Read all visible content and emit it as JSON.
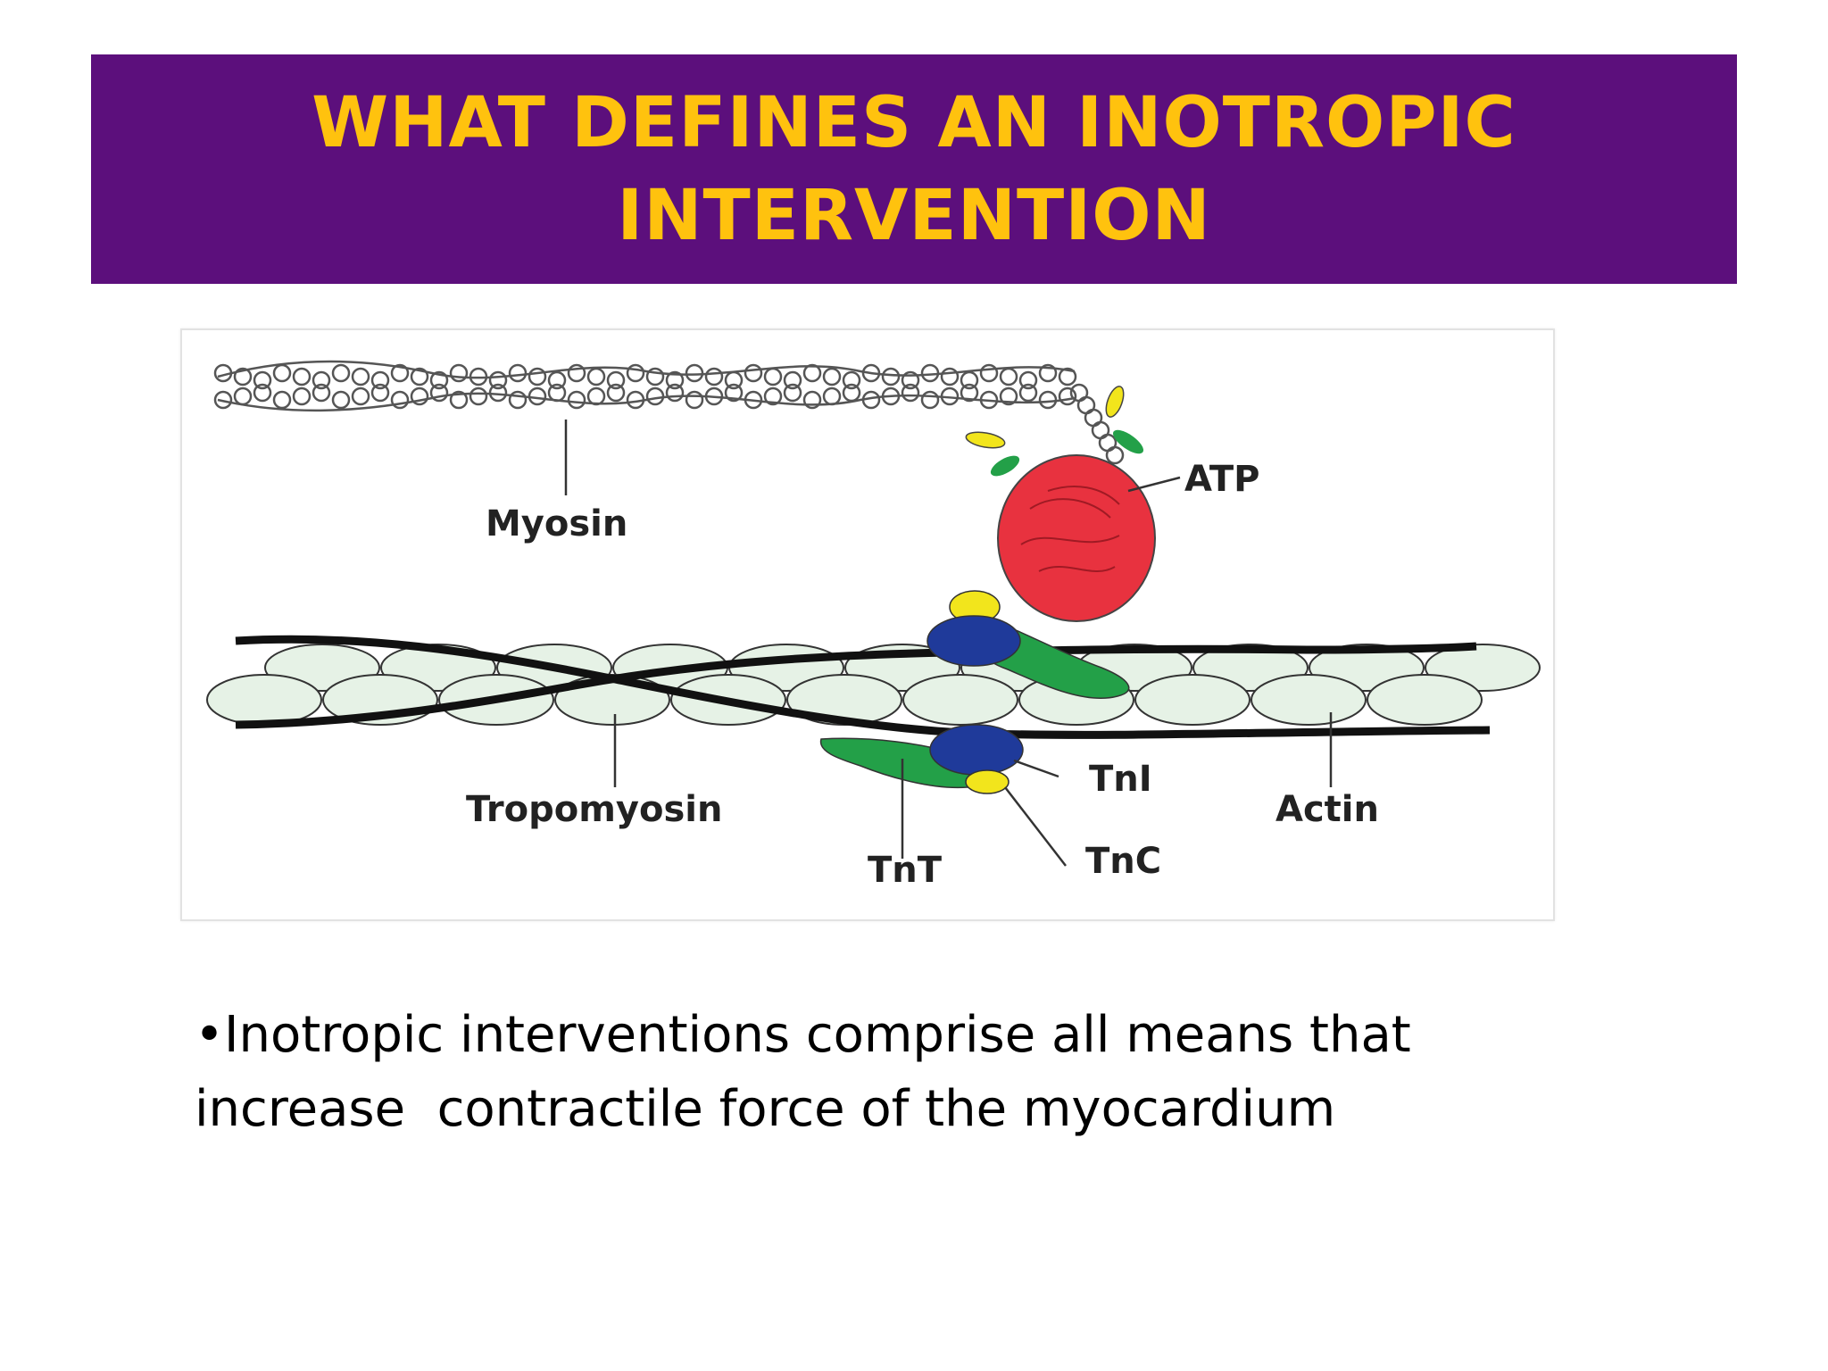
{
  "slide": {
    "title_line1": "WHAT DEFINES AN INOTROPIC",
    "title_line2": "INTERVENTION"
  },
  "diagram": {
    "labels": {
      "myosin": "Myosin",
      "atp": "ATP",
      "tropomyosin": "Tropomyosin",
      "actin": "Actin",
      "tni": "TnI",
      "tnc": "TnC",
      "tnt": "TnT"
    }
  },
  "body": {
    "bullet_marker": "•",
    "line1": "Inotropic interventions comprise all means that",
    "line2": "increase  contractile force of the myocardium"
  },
  "colors": {
    "title_background": "#5c0f7c",
    "title_text": "#ffc20e",
    "atp_head": "#e8323f",
    "troponin_blue": "#1f3a9a",
    "troponin_green": "#23a048",
    "troponin_yellow": "#f2e51c",
    "actin_fill": "#e6f2e6"
  }
}
